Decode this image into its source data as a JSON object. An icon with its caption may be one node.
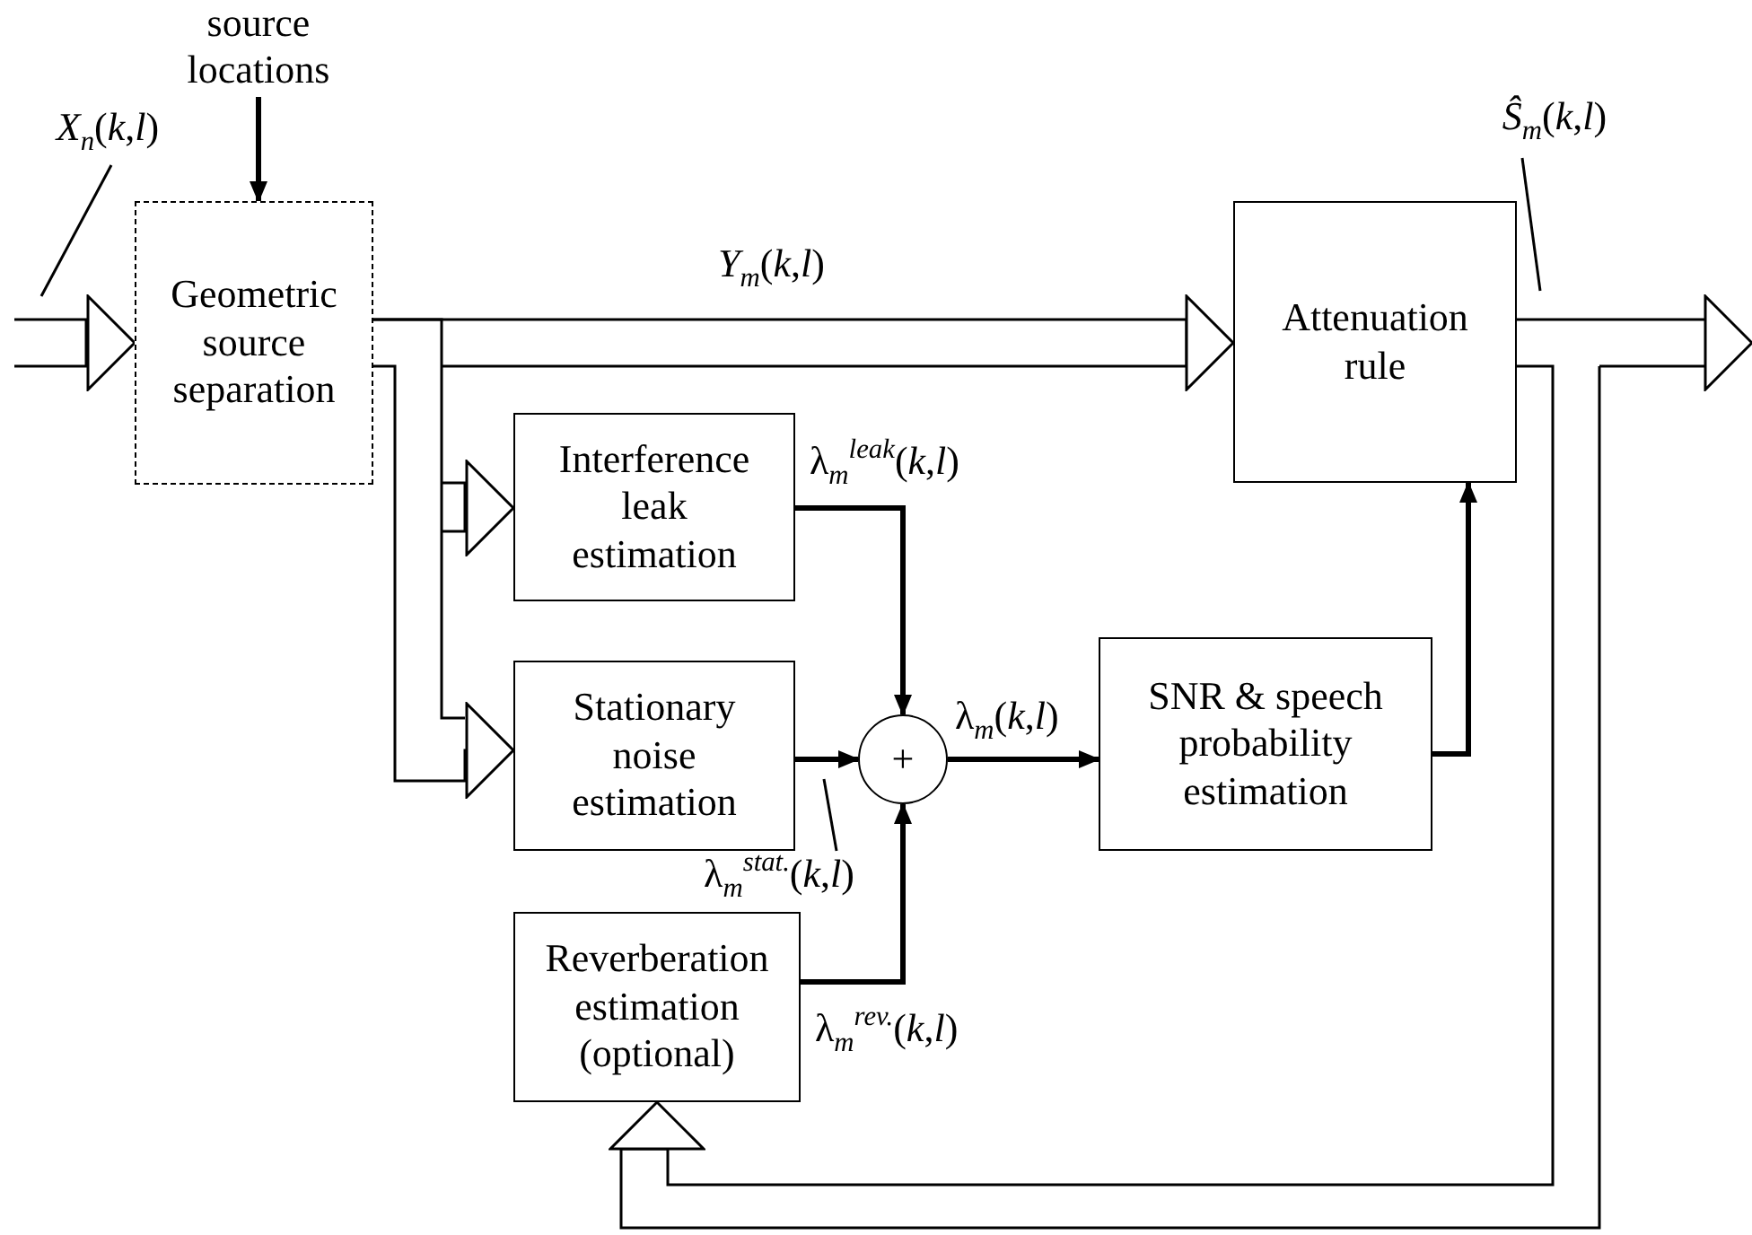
{
  "diagram": {
    "nodes": [
      {
        "text": [
          "source locations"
        ]
      },
      {
        "text": [
          "*X*$_{n}$(*k*,*l*)"
        ]
      },
      {
        "text": [
          "Geometric source separation"
        ]
      },
      {
        "text": [
          "Interference leak estimation"
        ]
      },
      {
        "text": [
          "Stationary noise estimation"
        ]
      },
      {
        "text": [
          "Reverberation estimation (optional)"
        ]
      },
      {
        "text": [
          "+"
        ]
      },
      {
        "text": [
          "SNR & speech probability estimation"
        ]
      },
      {
        "text": [
          "Attenuation rule"
        ]
      },
      {
        "text": [
          "*Ŝ*$_{m}$(*k*,*l*)"
        ]
      },
      {
        "text": [
          "λ$_{m}$$^{stat.}$(*k*,*l*)"
        ]
      }
    ],
    "edges": [
      {
        "from": 0,
        "to": 2,
        "arrow": "to",
        "style": "thick"
      },
      {
        "from": null,
        "to": 2,
        "arrow": "to"
      },
      {
        "from": 2,
        "to": 8,
        "arrow": "to",
        "label": "*Y*$_{m}$(*k*,*l*)"
      },
      {
        "from": 2,
        "to": 3,
        "arrow": "to"
      },
      {
        "from": 2,
        "to": 4,
        "arrow": "to"
      },
      {
        "from": 3,
        "to": 6,
        "arrow": "to",
        "style": "thick",
        "label": "λ$_{m}$$^{leak}$(*k*,*l*)"
      },
      {
        "from": 4,
        "to": 6,
        "arrow": "to",
        "style": "thick"
      },
      {
        "from": 5,
        "to": 6,
        "arrow": "to",
        "style": "thick",
        "label": "λ$_{m}$$^{rev.}$(*k*,*l*)"
      },
      {
        "from": 6,
        "to": 7,
        "arrow": "to",
        "style": "thick",
        "label": "λ$_{m}$(*k*,*l*)"
      },
      {
        "from": 7,
        "to": 8,
        "arrow": "to",
        "style": "thick"
      },
      {
        "from": 8,
        "to": null,
        "arrow": "to"
      },
      {
        "from": 8,
        "to": 5,
        "arrow": "to"
      },
      {
        "from": 1,
        "to": null,
        "arrow": "none"
      },
      {
        "from": 9,
        "to": null,
        "arrow": "none"
      },
      {
        "from": 10,
        "to": null,
        "arrow": "none"
      }
    ]
  }
}
